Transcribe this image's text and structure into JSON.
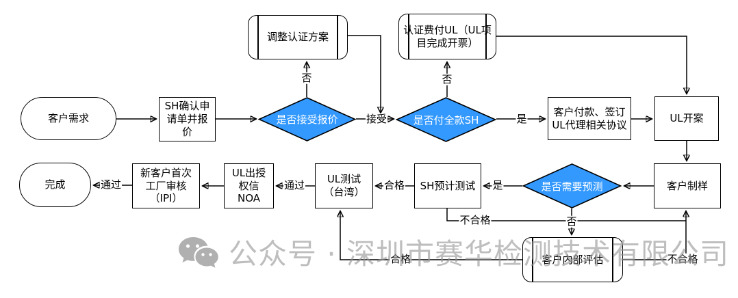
{
  "diagram": {
    "type": "flowchart",
    "colors": {
      "decision_fill": "#3399FF",
      "decision_text": "#FFFFFF",
      "shape_fill": "#FFFFFF",
      "line": "#000000",
      "watermark_gray": "#969696"
    },
    "nodes": {
      "customer_need": {
        "label": "客户需求",
        "type": "terminator"
      },
      "sh_confirm": {
        "label": "SH确认申请单并报价",
        "type": "process"
      },
      "adjust_plan": {
        "label": "调整认证方案",
        "type": "subprocess"
      },
      "accept_quote": {
        "label": "是否接受报价",
        "type": "decision"
      },
      "pay_ul_fee": {
        "label": "认证费付UL（UL项目完成开票）",
        "type": "subprocess"
      },
      "pay_full_sh": {
        "label": "是否付全款SH",
        "type": "decision"
      },
      "customer_pay_sign": {
        "label": "客户付款、签订UL代理相关协议",
        "type": "process"
      },
      "ul_open_case": {
        "label": "UL开案",
        "type": "process"
      },
      "customer_sample": {
        "label": "客户制样",
        "type": "process"
      },
      "need_forecast": {
        "label": "是否需要预测",
        "type": "decision"
      },
      "sh_pretest": {
        "label": "SH预计测试",
        "type": "process"
      },
      "ul_test_taiwan": {
        "label": "UL测试（台湾）",
        "type": "process"
      },
      "ul_noa": {
        "label": "UL出授权信NOA",
        "type": "process"
      },
      "new_customer_ipi": {
        "label": "新客户首次工厂审核（IPI）",
        "type": "process"
      },
      "done": {
        "label": "完成",
        "type": "terminator"
      },
      "internal_eval": {
        "label": "客户内部评估",
        "type": "subprocess"
      }
    },
    "edge_labels": {
      "no1": "否",
      "accept": "接受",
      "no2": "否",
      "yes1": "是",
      "yes2": "是",
      "qualified1": "合格",
      "pass1": "通过",
      "pass2": "通过",
      "no3": "否",
      "unqualified1": "不合格",
      "unqualified2": "不合格",
      "qualified2": "合格"
    },
    "watermark": {
      "icon": "wechat-icon",
      "text": "公众号 · 深圳市赛华检测技术有限公司"
    }
  }
}
